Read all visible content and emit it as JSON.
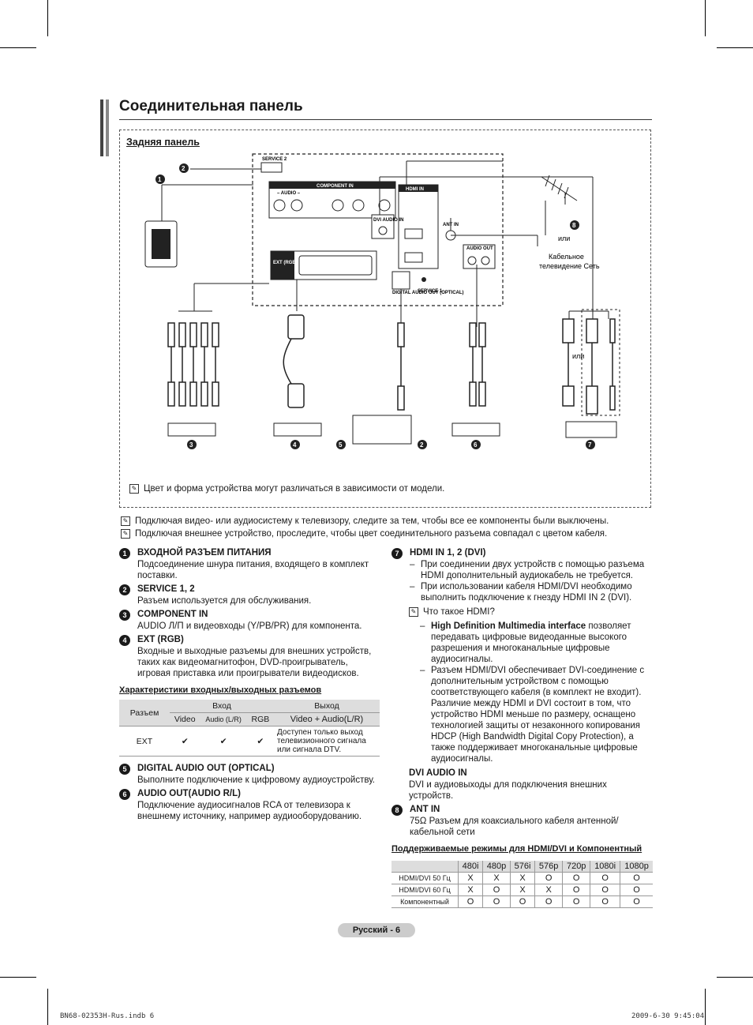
{
  "page": {
    "title": "Соединительная панель",
    "section": "Задняя панель",
    "footer": "Русский - 6",
    "imprint_left": "BN68-02353H-Rus.indb   6",
    "imprint_right": "2009-6-30   9:45:04"
  },
  "diagram": {
    "labels": {
      "service2": "SERVICE 2",
      "component_in": "COMPONENT IN",
      "audio": "– AUDIO –",
      "hdmi_in": "HDMI IN",
      "dvi_audio_in": "DVI AUDIO IN",
      "ext_rgb": "EXT (RGB)",
      "ant_in": "ANT IN",
      "audio_out": "AUDIO OUT",
      "digital_audio_out": "DIGITAL AUDIO OUT (OPTICAL)",
      "service1": "SERVICE 1",
      "or1": "или",
      "or2": "или",
      "cable_tv": "Кабельное телевидение Сеть"
    },
    "markers": [
      "1",
      "2",
      "3",
      "4",
      "5",
      "2",
      "6",
      "7",
      "8"
    ],
    "frame_note": "Цвет и форма устройства могут различаться в зависимости от модели."
  },
  "notes": [
    "Подключая видео- или аудиосистему к телевизору, следите за тем, чтобы все ее компоненты были выключены.",
    "Подключая внешнее устройство, проследите, чтобы цвет соединительного разъема совпадал с цветом кабеля."
  ],
  "left_items": [
    {
      "num": "1",
      "head": "ВХОДНОЙ РАЗЪЕМ ПИТАНИЯ",
      "text": "Подсоединение шнура питания, входящего в комплект поставки."
    },
    {
      "num": "2",
      "head": "SERVICE 1, 2",
      "text": "Разъем используется для обслуживания."
    },
    {
      "num": "3",
      "head": "COMPONENT IN",
      "text": "AUDIO Л/П и видеовходы (Y/PB/PR) для компонента."
    },
    {
      "num": "4",
      "head": "EXT (RGB)",
      "text": "Входные и выходные разъемы для внешних устройств, таких как видеомагнитофон, DVD-проигрыватель, игровая приставка или проигрыватели видеодисков."
    }
  ],
  "io_table": {
    "caption": "Характеристики входных/выходных разъемов",
    "h_connector": "Разъем",
    "h_in": "Вход",
    "h_out": "Выход",
    "h_video": "Video",
    "h_audio": "Audio (L/R)",
    "h_rgb": "RGB",
    "h_out_sub": "Video + Audio(L/R)",
    "row_name": "EXT",
    "check": "✔",
    "row_out": "Доступен только выход телевизионного сигнала или сигнала DTV."
  },
  "left_items2": [
    {
      "num": "5",
      "head": "DIGITAL AUDIO OUT (OPTICAL)",
      "text": "Выполните подключение к цифровому аудиоустройству."
    },
    {
      "num": "6",
      "head": "AUDIO OUT(AUDIO R/L)",
      "text": "Подключение аудиосигналов RCA от телевизора к внешнему источнику, например аудиооборудованию."
    }
  ],
  "right": {
    "num7": "7",
    "head7": "HDMI IN 1, 2 (DVI)",
    "dash7": [
      "При соединении двух устройств с помощью разъема HDMI дополнительный аудиокабель не требуется.",
      "При использовании кабеля HDMI/DVI необходимо выполнить подключение к гнезду HDMI IN 2 (DVI)."
    ],
    "hdmi_q": "Что такое HDMI?",
    "hdmi_bold": "High Definition Multimedia interface",
    "hdmi_rest": " позволяет передавать цифровые видеоданные высокого разрешения и многоканальные цифровые аудиосигналы.",
    "hdmi_dash2": "Разъем HDMI/DVI обеспечивает DVI-соединение с дополнительным устройством с помощью соответствующего кабеля (в комплект не входит). Различие между HDMI и DVI состоит в том, что устройство HDMI меньше по размеру, оснащено технологией защиты от незаконного копирования HDCP (High Bandwidth Digital Copy Protection), а также поддерживает многоканальные цифровые аудиосигналы.",
    "dvi_head": "DVI AUDIO IN",
    "dvi_text": "DVI и аудиовыходы для подключения внешних устройств.",
    "num8": "8",
    "head8": "ANT IN",
    "text8": "75Ω Разъем для коаксиального кабеля антенной/кабельной сети"
  },
  "modes_table": {
    "caption": "Поддерживаемые режимы для HDMI/DVI и Компонентный",
    "columns": [
      "480i",
      "480p",
      "576i",
      "576p",
      "720p",
      "1080i",
      "1080p"
    ],
    "rows": [
      {
        "name": "HDMI/DVI 50 Гц",
        "values": [
          "X",
          "X",
          "X",
          "O",
          "O",
          "O",
          "O"
        ]
      },
      {
        "name": "HDMI/DVI 60 Гц",
        "values": [
          "X",
          "O",
          "X",
          "X",
          "O",
          "O",
          "O"
        ]
      },
      {
        "name": "Компонентный",
        "values": [
          "O",
          "O",
          "O",
          "O",
          "O",
          "O",
          "O"
        ]
      }
    ]
  }
}
